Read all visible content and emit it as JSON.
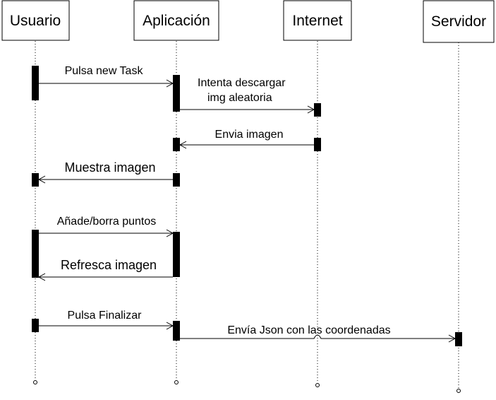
{
  "actors": [
    {
      "id": "usuario",
      "label": "Usuario"
    },
    {
      "id": "aplicacion",
      "label": "Aplicación"
    },
    {
      "id": "internet",
      "label": "Internet"
    },
    {
      "id": "servidor",
      "label": "Servidor"
    }
  ],
  "messages": [
    {
      "id": "pulsa-new-task",
      "lines": [
        "Pulsa new Task"
      ],
      "from": "usuario",
      "to": "aplicacion"
    },
    {
      "id": "intenta-descargar",
      "lines": [
        "Intenta descargar",
        "img aleatoria"
      ],
      "from": "aplicacion",
      "to": "internet"
    },
    {
      "id": "envia-imagen",
      "lines": [
        "Envia imagen"
      ],
      "from": "internet",
      "to": "aplicacion"
    },
    {
      "id": "muestra-imagen",
      "lines": [
        "Muestra imagen"
      ],
      "from": "aplicacion",
      "to": "usuario"
    },
    {
      "id": "anade-borra-puntos",
      "lines": [
        "Añade/borra puntos"
      ],
      "from": "usuario",
      "to": "aplicacion"
    },
    {
      "id": "refresca-imagen",
      "lines": [
        "Refresca imagen"
      ],
      "from": "aplicacion",
      "to": "usuario"
    },
    {
      "id": "pulsa-finalizar",
      "lines": [
        "Pulsa Finalizar"
      ],
      "from": "usuario",
      "to": "aplicacion"
    },
    {
      "id": "envia-json",
      "lines": [
        "Envía Json con las coordenadas"
      ],
      "from": "aplicacion",
      "to": "servidor"
    }
  ]
}
